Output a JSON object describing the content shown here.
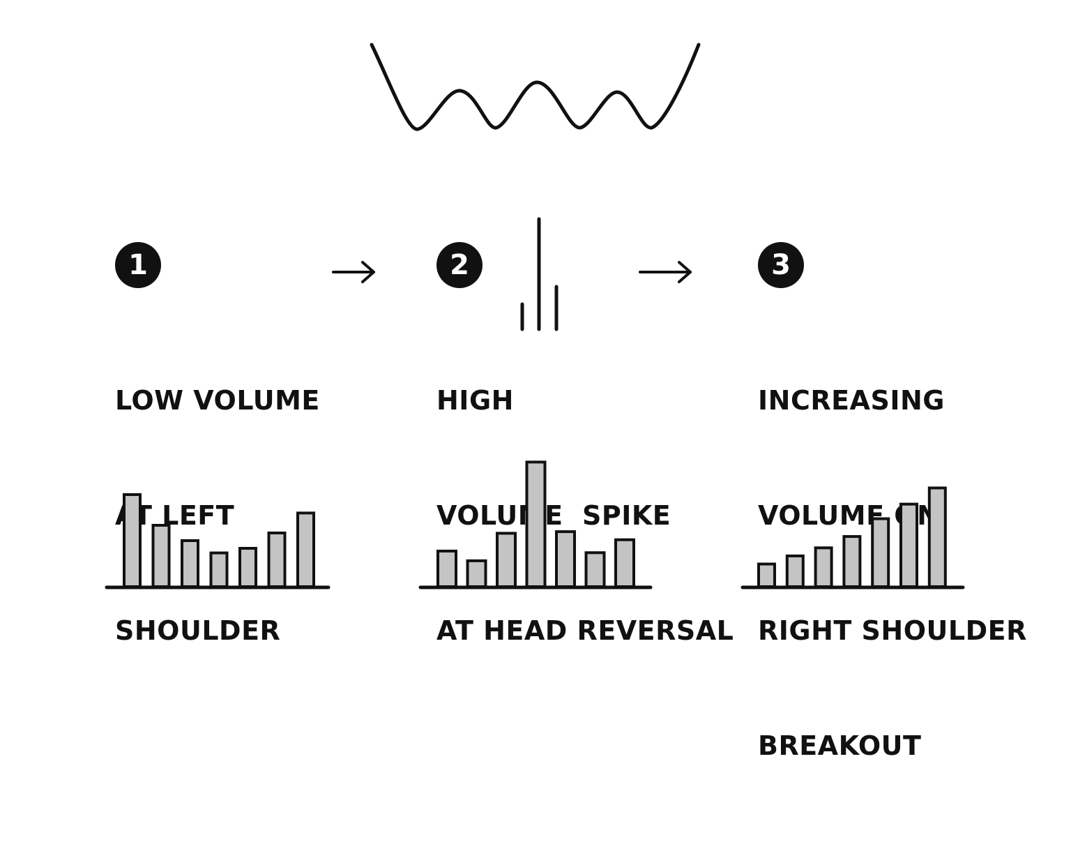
{
  "pattern": {
    "icon": "inverse-head-and-shoulders-line"
  },
  "steps": [
    {
      "number": "1",
      "lines": [
        "LOW VOLUME",
        "AT LEFT",
        "SHOULDER"
      ]
    },
    {
      "number": "2",
      "lines": [
        "HIGH",
        "VOLUME  SPIKE",
        "AT HEAD REVERSAL"
      ]
    },
    {
      "number": "3",
      "lines": [
        "INCREASING",
        "VOLUME ON",
        "RIGHT SHOULDER",
        "BREAKOUT"
      ]
    }
  ],
  "arrows": [
    {
      "icon": "arrow-right-icon"
    },
    {
      "icon": "arrow-right-icon"
    }
  ],
  "chart_data": [
    {
      "type": "bar",
      "values": [
        6,
        4,
        3,
        2.2,
        2.5,
        3.5,
        4.8
      ]
    },
    {
      "type": "bar",
      "values": [
        2.2,
        1.6,
        3.3,
        7.7,
        3.4,
        2.1,
        2.9
      ]
    },
    {
      "type": "bar",
      "values": [
        1.4,
        1.9,
        2.4,
        3.1,
        4.2,
        5.1,
        6.1
      ]
    }
  ],
  "colors": {
    "ink": "#111111",
    "bar_fill": "#c4c4c4",
    "background": "#ffffff"
  }
}
